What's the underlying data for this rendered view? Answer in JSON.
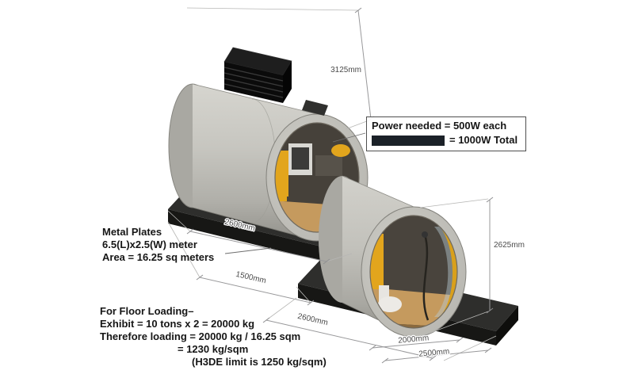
{
  "diagram": {
    "type": "isometric-pod-installation-drawing",
    "background": "#ffffff",
    "colors": {
      "concrete_light": "#d2d1cb",
      "concrete_dark": "#92918b",
      "interior_shadow": "#46413a",
      "wood_floor": "#c59a5e",
      "cabinet_yellow": "#e2a51d",
      "base_platform": "#2e2e2c",
      "vent_unit": "#0b0b0b",
      "dimension_line": "#98989a",
      "dimension_text": "#4b4b4b",
      "annotation_text": "#161616",
      "highlight_bar": "#1b2128"
    }
  },
  "annotations": {
    "power": {
      "line1": "Power needed = 500W each",
      "line2": "= 1000W Total"
    },
    "metal_plates": {
      "line1": "Metal Plates",
      "line2": "6.5(L)x2.5(W) meter",
      "line3": "Area = 16.25 sq meters"
    },
    "floor_loading": {
      "line1": "For Floor Loading–",
      "line2": "Exhibit = 10 tons x 2 = 20000 kg",
      "line3": "Therefore loading = 20000 kg / 16.25 sqm",
      "line4": "= 1230 kg/sqm",
      "line5": "(H3DE limit is 1250 kg/sqm)"
    }
  },
  "dimensions": {
    "overall_height": "3125mm",
    "left_base_length": "2600mm",
    "base_offset": "1500mm",
    "right_base_length": "2600mm",
    "pod_diameter": "2625mm",
    "base_width_inner": "2000mm",
    "base_width_outer": "2500mm"
  }
}
